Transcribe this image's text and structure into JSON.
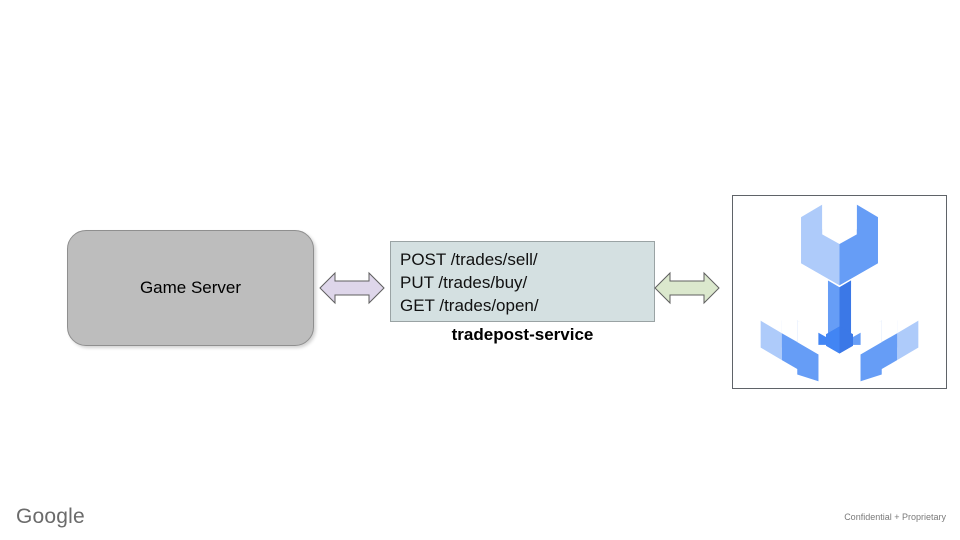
{
  "slide": {
    "background_color": "#ffffff"
  },
  "nodes": {
    "game_server": {
      "label": "Game Server",
      "fill_color": "#bdbdbd",
      "border_color": "#8f8f8f"
    },
    "service": {
      "endpoints": [
        "POST /trades/sell/",
        "PUT /trades/buy/",
        "GET /trades/open/"
      ],
      "caption": "tradepost-service",
      "fill_color": "#d4e0e1",
      "border_color": "#9aa3a4"
    },
    "logo": {
      "name": "three-way-wrench-icon",
      "frame_border_color": "#5f6368",
      "colors": {
        "light": "#aecbfa",
        "medium": "#669df6",
        "dark": "#4285f4",
        "darkest": "#3b78e7"
      }
    }
  },
  "connectors": [
    {
      "name": "game-server-to-service",
      "direction": "bidirectional",
      "fill_color": "#ded6ea",
      "border_color": "#5f5f5f"
    },
    {
      "name": "service-to-logo",
      "direction": "bidirectional",
      "fill_color": "#dbe8cd",
      "border_color": "#5f5f5f"
    }
  ],
  "footer": {
    "brand": "Google",
    "brand_color": "#6b6b6b",
    "notice": "Confidential + Proprietary",
    "notice_color": "#7a7a7a"
  }
}
